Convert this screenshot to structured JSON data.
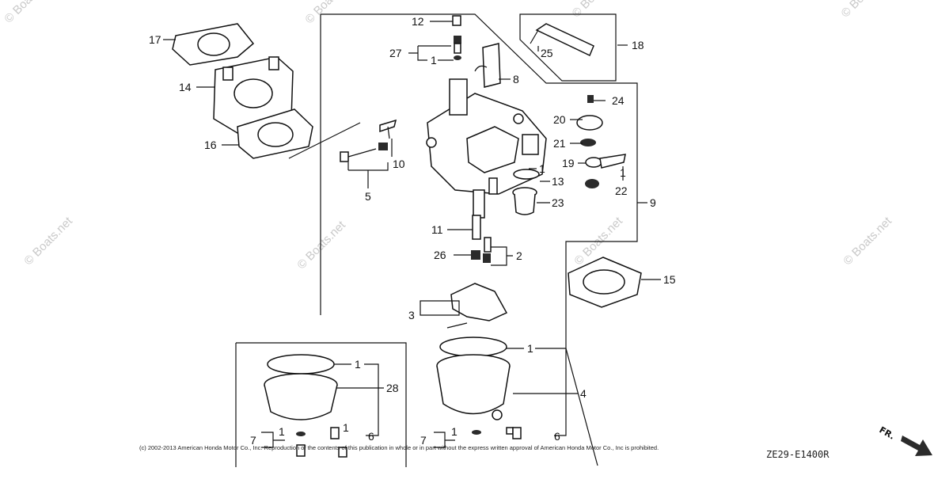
{
  "watermark": "© Boats.net",
  "copyright": "(c) 2002-2013 American Honda Motor Co., Inc. Reproduction of the contents of this publication in whole or in part without the express written approval of American Honda Motor Co., Inc is prohibited.",
  "diagram_code": "ZE29-E1400R",
  "direction_label": "FR.",
  "callouts": {
    "c1a": "1",
    "c1b": "1",
    "c1c": "1",
    "c1d": "1",
    "c1e": "1",
    "c1f": "1",
    "c1g": "1",
    "c1h": "1",
    "c2": "2",
    "c3": "3",
    "c4": "4",
    "c5": "5",
    "c6a": "6",
    "c6b": "6",
    "c7a": "7",
    "c7b": "7",
    "c8": "8",
    "c9": "9",
    "c10": "10",
    "c11": "11",
    "c12": "12",
    "c13": "13",
    "c14": "14",
    "c15": "15",
    "c16": "16",
    "c17": "17",
    "c18": "18",
    "c19": "19",
    "c20": "20",
    "c21": "21",
    "c22": "22",
    "c23": "23",
    "c24": "24",
    "c25": "25",
    "c26": "26",
    "c27": "27",
    "c28": "28"
  }
}
